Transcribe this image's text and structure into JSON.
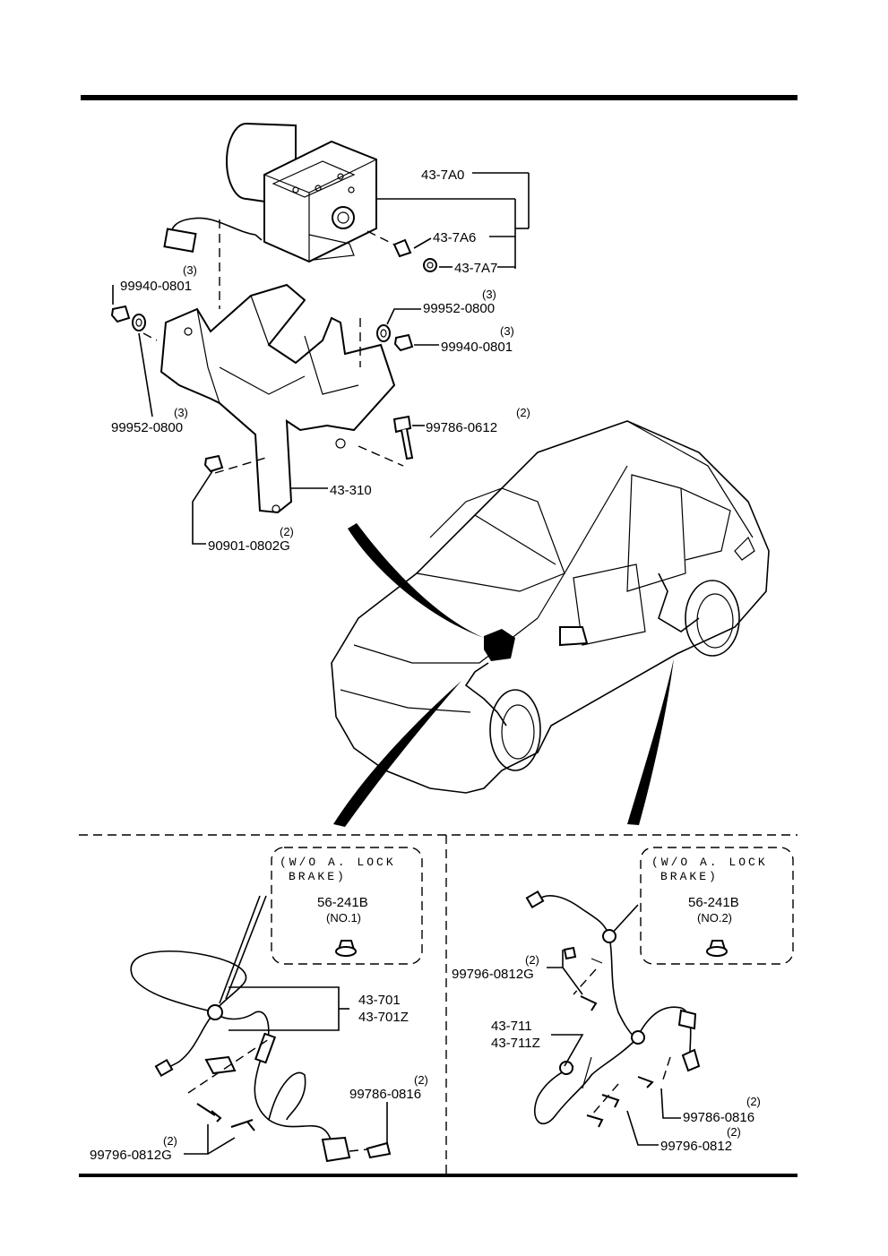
{
  "assembly": {
    "labels": {
      "hcu": "43-7A0",
      "part_7a6": "43-7A6",
      "part_7a7": "43-7A7",
      "nut_left": "99940-0801",
      "nut_left_qty": "(3)",
      "washer_left": "99952-0800",
      "washer_left_qty": "(3)",
      "washer_right": "99952-0800",
      "washer_right_qty": "(3)",
      "nut_right": "99940-0801",
      "nut_right_qty": "(3)",
      "bolt": "99786-0612",
      "bolt_qty": "(2)",
      "bracket": "43-310",
      "bracket_nut": "90901-0802G",
      "bracket_nut_qty": "(2)"
    }
  },
  "front_panel": {
    "note_line1": "(W/O A. LOCK",
    "note_line2": "BRAKE)",
    "plug_part": "56-241B",
    "plug_no": "(NO.1)",
    "sensor_a": "43-701",
    "sensor_b": "43-701Z",
    "bolt_0816": "99786-0816",
    "bolt_0816_qty": "(2)",
    "bolt_0812g": "99796-0812G",
    "bolt_0812g_qty": "(2)"
  },
  "rear_panel": {
    "note_line1": "(W/O A. LOCK",
    "note_line2": "BRAKE)",
    "plug_part": "56-241B",
    "plug_no": "(NO.2)",
    "sensor_a": "43-711",
    "sensor_b": "43-711Z",
    "bolt_0812g": "99796-0812G",
    "bolt_0812g_qty": "(2)",
    "bolt_0816": "99786-0816",
    "bolt_0816_qty": "(2)",
    "bolt_0812": "99796-0812",
    "bolt_0812_qty": "(2)"
  }
}
